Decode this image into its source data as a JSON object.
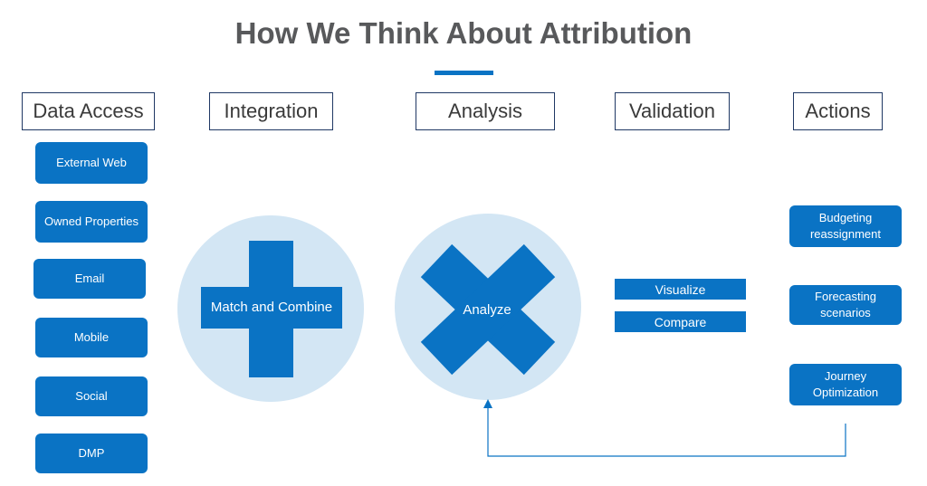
{
  "title": "How We Think About Attribution",
  "columns": {
    "data_access": "Data Access",
    "integration": "Integration",
    "analysis": "Analysis",
    "validation": "Validation",
    "actions": "Actions"
  },
  "data_sources": [
    "External Web",
    "Owned Properties",
    "Email",
    "Mobile",
    "Social",
    "DMP"
  ],
  "integration_label": "Match and Combine",
  "analysis_label": "Analyze",
  "validation_items": [
    "Visualize",
    "Compare"
  ],
  "action_items": [
    "Budgeting reassignment",
    "Forecasting scenarios",
    "Journey Optimization"
  ],
  "colors": {
    "accent": "#0a73c4",
    "circle_fill": "#d3e6f4",
    "header_border": "#1f3864",
    "title_text": "#58595b"
  }
}
